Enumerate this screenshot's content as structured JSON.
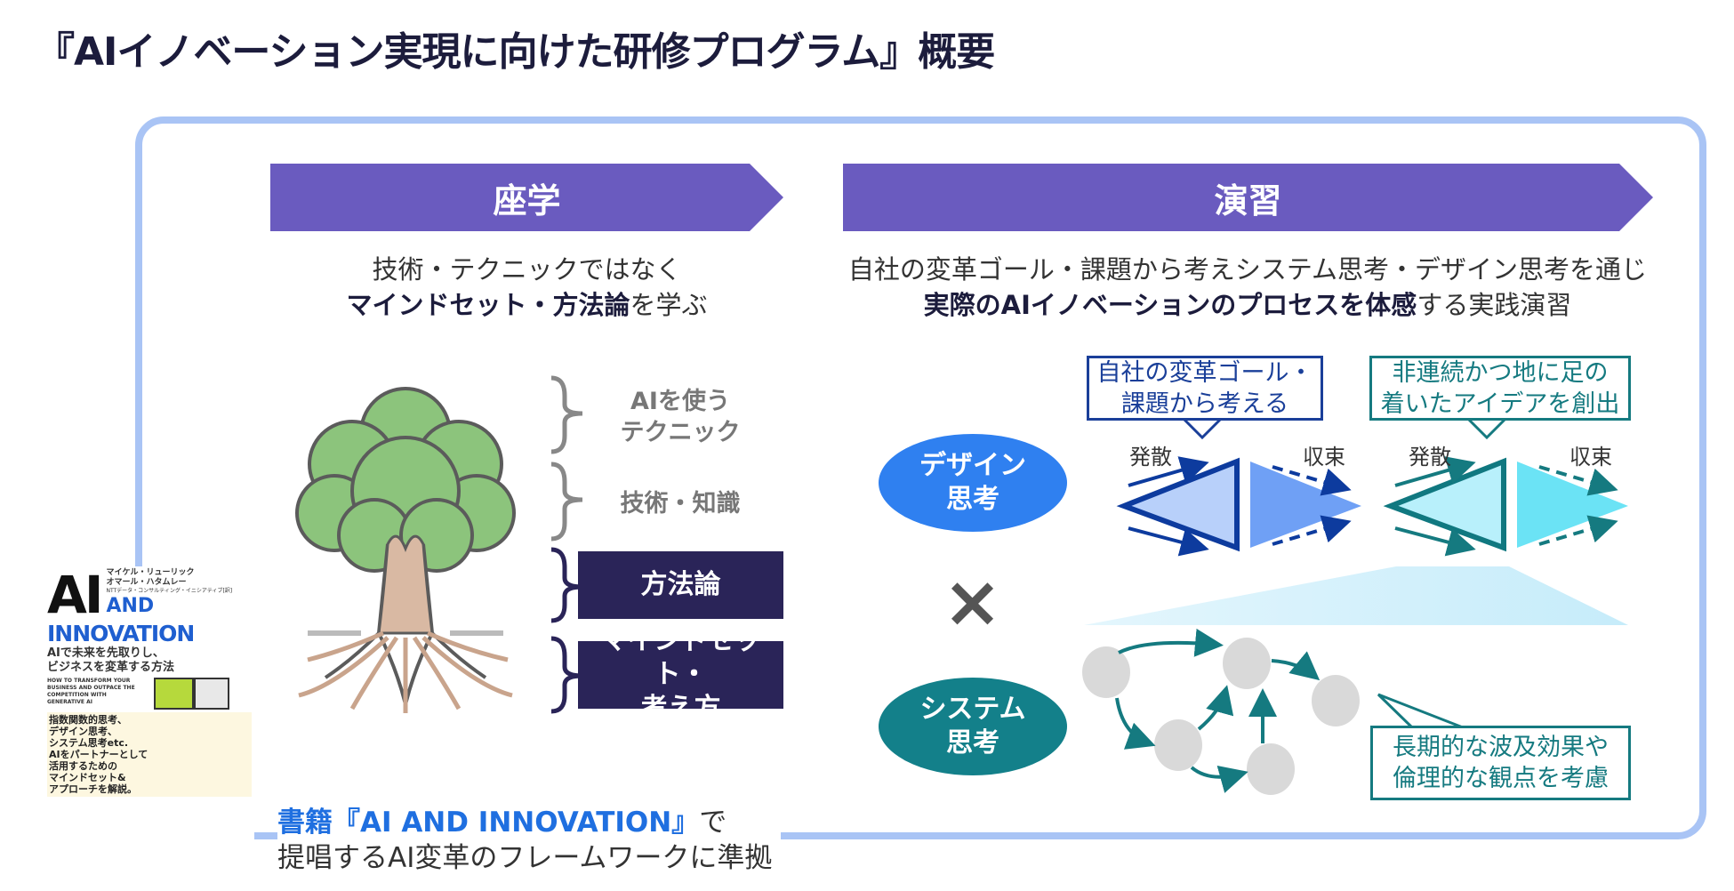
{
  "title": "『AIイノベーション実現に向けた研修プログラム』概要",
  "lecture": {
    "banner": "座学",
    "lead_line1": "技術・テクニックではなく",
    "lead_bold": "マインドセット・方法論",
    "lead_rest": "を学ぶ",
    "layers": [
      "AIを使う",
      "テクニック",
      "技術・知識",
      "方法論",
      "マインドセット・",
      "考え方"
    ]
  },
  "practice": {
    "banner": "演習",
    "lead_line1": "自社の変革ゴール・課題から考えシステム思考・デザイン思考を通じ",
    "lead_bold": "実際のAIイノベーションのプロセスを体感",
    "lead_rest": "する実践演習",
    "design_thinking": [
      "デザイン",
      "思考"
    ],
    "system_thinking": [
      "システム",
      "思考"
    ],
    "times": "×",
    "callout1": [
      "自社の変革ゴール・",
      "課題から考える"
    ],
    "callout2": [
      "非連続かつ地に足の",
      "着いたアイデアを創出"
    ],
    "callout3": [
      "長期的な波及効果や",
      "倫理的な観点を考慮"
    ],
    "diverge": "発散",
    "converge": "収束"
  },
  "book": {
    "title_ai": "AI",
    "title_and": "AND",
    "title_innovation": "INNOVATION",
    "authors": [
      "マイケル・リューリック",
      "オマール・ハタムレー"
    ],
    "translator": "NTTデータ・コンサルティング・イニシアティブ[訳]",
    "subtitle": [
      "AIで未来を先取りし、",
      "ビジネスを変革する方法"
    ],
    "english": "HOW TO TRANSFORM YOUR BUSINESS AND OUTPACE THE COMPETITION WITH GENERATIVE AI",
    "points": [
      "指数関数的思考、",
      "デザイン思考、",
      "システム思考etc.",
      "AIをパートナーとして",
      "活用するための",
      "マインドセット&",
      "アプローチを解説。"
    ]
  },
  "caption": {
    "blue": "書籍『AI AND INNOVATION』",
    "line1_rest": "で",
    "line2": "提唱するAI変革のフレームワークに準拠"
  },
  "colors": {
    "banner": "#6a5bbf",
    "navy": "#2a2458",
    "frame": "#a9c4f5",
    "design": "#2f80f0",
    "system": "#13808a",
    "caption_blue": "#1f6fe0"
  }
}
